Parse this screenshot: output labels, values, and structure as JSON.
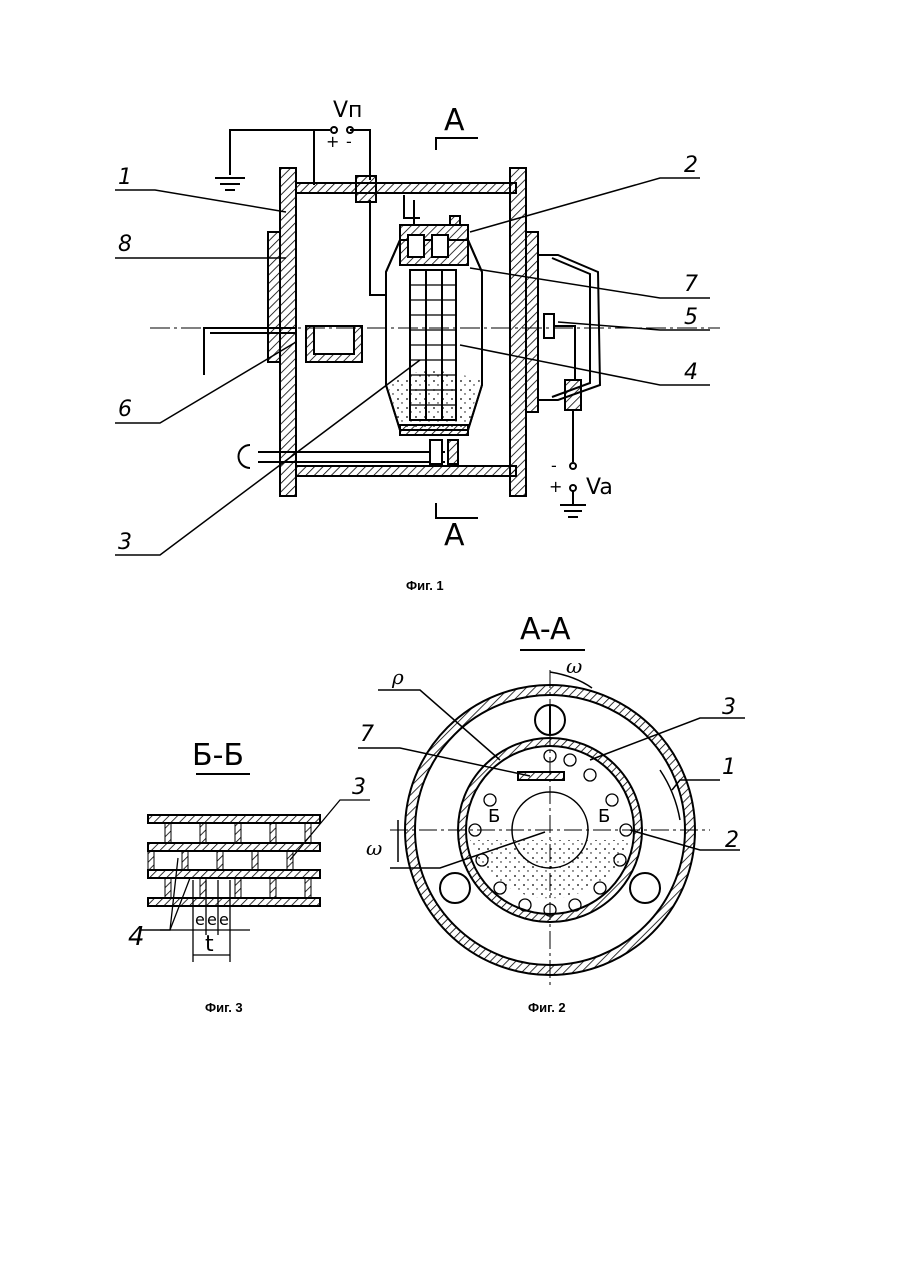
{
  "fig1": {
    "caption": "Фиг. 1",
    "labels": {
      "l1": "1",
      "l2": "2",
      "l3": "3",
      "l4": "4",
      "l5": "5",
      "l6": "6",
      "l7": "7",
      "l8": "8"
    },
    "section_mark": "A",
    "voltage_top": "Vп",
    "voltage_bottom": "Va",
    "plus": "+",
    "minus": "-"
  },
  "fig2": {
    "caption": "Фиг. 2",
    "title": "A-A",
    "labels": {
      "l1": "1",
      "l2": "2",
      "l3": "3",
      "l7": "7",
      "rho": "ρ",
      "omega": "ω",
      "b": "Б"
    }
  },
  "fig3": {
    "caption": "Фиг. 3",
    "title": "Б-Б",
    "labels": {
      "l3": "3",
      "l4": "4",
      "t": "t",
      "e": "e"
    }
  }
}
